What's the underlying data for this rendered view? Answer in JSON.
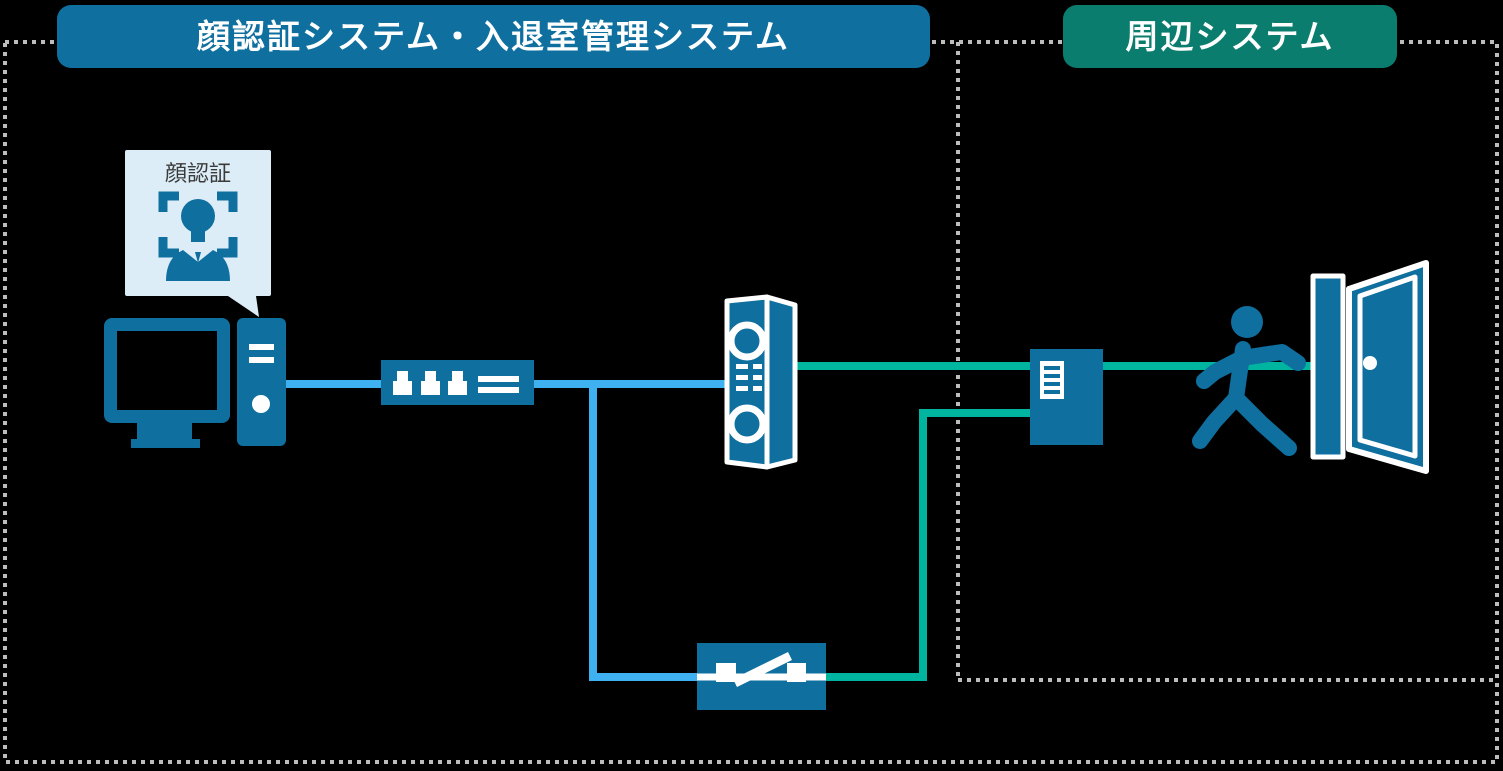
{
  "colors": {
    "background": "#000000",
    "primary_blue": "#0f6f9f",
    "header_teal": "#0b7d6e",
    "lan_line_blue": "#3fb0f0",
    "control_line_teal": "#00b5a0",
    "bubble_bg": "#dcedf8",
    "bubble_text": "#3a3a3a",
    "dash_gray": "#bdbdbd",
    "white": "#ffffff"
  },
  "headers": {
    "main": "顔認証システム・入退室管理システム",
    "peripheral": "周辺システム"
  },
  "bubble": {
    "label": "顔認証"
  },
  "icons": {
    "face_scan": "face-scan-icon",
    "desktop_computer": "desktop-computer-icon",
    "network_switch": "network-switch-icon",
    "server": "server-icon",
    "access_controller": "access-controller-icon",
    "relay_switch": "relay-switch-icon",
    "walking_person": "walking-person-icon",
    "door": "door-icon"
  }
}
